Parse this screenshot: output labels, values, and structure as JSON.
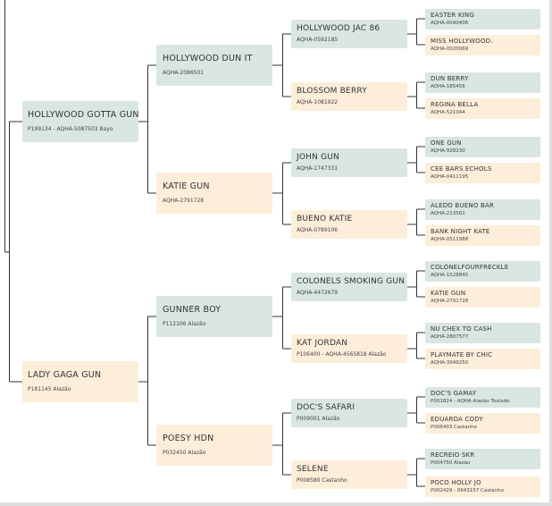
{
  "pedigree": {
    "colors": {
      "sire_box": "#d9e6e2",
      "dam_box": "#fdeeda",
      "connector": "#333333"
    },
    "sire": {
      "name": "HOLLYWOOD GOTTA GUN",
      "reg": "P199134 - AQHA-5087503 Bayo",
      "sire": {
        "name": "HOLLYWOOD DUN IT",
        "reg": "AQHA-2086501",
        "sire": {
          "name": "HOLLYWOOD JAC 86",
          "reg": "AQHA-0592185",
          "sire": {
            "name": "EASTER KING",
            "reg": "AQHA-0040406"
          },
          "dam": {
            "name": "MISS HOLLYWOOD.",
            "reg": "AQHA-0020069"
          }
        },
        "dam": {
          "name": "BLOSSOM BERRY",
          "reg": "AQHA-1081922",
          "sire": {
            "name": "DUN BERRY",
            "reg": "AQHA-185456"
          },
          "dam": {
            "name": "REGINA BELLA",
            "reg": "AQHA-521044"
          }
        }
      },
      "dam": {
        "name": "KATIE GUN",
        "reg": "AQHA-2791728",
        "sire": {
          "name": "JOHN GUN",
          "reg": "AQHA-1747331",
          "sire": {
            "name": "ONE GUN",
            "reg": "AQHA-928230"
          },
          "dam": {
            "name": "CEE BARS ECHOLS",
            "reg": "AQHA-0411195"
          }
        },
        "dam": {
          "name": "BUENO KATIE",
          "reg": "AQHA-0789106",
          "sire": {
            "name": "ALEDO BUENO BAR",
            "reg": "AQHA-213561"
          },
          "dam": {
            "name": "BANK NIGHT KATE",
            "reg": "AQHA-0511988"
          }
        }
      }
    },
    "dam": {
      "name": "LADY GAGA GUN",
      "reg": "P181145 Alazão",
      "sire": {
        "name": "GUNNER BOY",
        "reg": "P112106 Alazão",
        "sire": {
          "name": "COLONELS SMOKING GUN",
          "reg": "AQHA-4472679",
          "sire": {
            "name": "COLONELFOURFRECKLE",
            "reg": "AQHA-1528845"
          },
          "dam": {
            "name": "KATIE GUN",
            "reg": "AQHA-2791728"
          }
        },
        "dam": {
          "name": "KAT JORDAN",
          "reg": "P106400 - AQHA-4565818 Alazão",
          "sire": {
            "name": "NU CHEX TO CASH",
            "reg": "AQHA-2807577"
          },
          "dam": {
            "name": "PLAYMATE BY CHIC",
            "reg": "AQHA-3949250"
          }
        }
      },
      "dam": {
        "name": "POESY HDN",
        "reg": "P032450 Alazão",
        "sire": {
          "name": "DOC'S SAFARI",
          "reg": "P009001 Alazão",
          "sire": {
            "name": "DOC'S GAMAY",
            "reg": "P001824 - AQHA Alazão Tostado"
          },
          "dam": {
            "name": "EDUARDA CODY",
            "reg": "P006403 Castanho"
          }
        },
        "dam": {
          "name": "SELENE",
          "reg": "P008580 Castanho",
          "sire": {
            "name": "RECREIO SKR",
            "reg": "P004750 Alazão"
          },
          "dam": {
            "name": "POCO HOLLY JO",
            "reg": "P002429 - 0943157 Castanho"
          }
        }
      }
    }
  }
}
